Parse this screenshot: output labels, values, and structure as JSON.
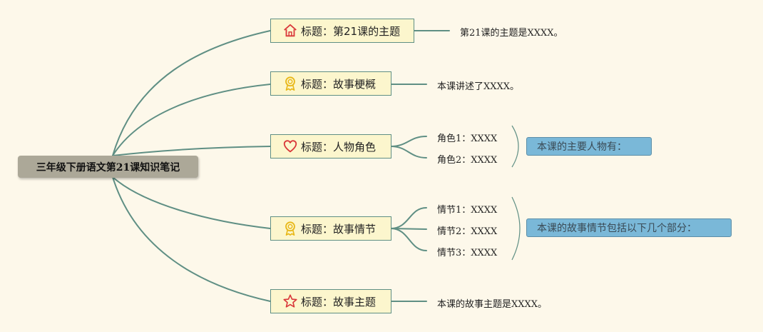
{
  "root": {
    "label": "三年级下册语文第21课知识笔记"
  },
  "topics": [
    {
      "label": "标题：第21课的主题",
      "icon": "home-icon",
      "notes": [
        "第21课的主题是XXXX。"
      ]
    },
    {
      "label": "标题：故事梗概",
      "icon": "award-icon",
      "notes": [
        "本课讲述了XXXX。"
      ]
    },
    {
      "label": "标题：人物角色",
      "icon": "heart-icon",
      "notes": [
        "角色1：XXXX",
        "角色2：XXXX"
      ],
      "summary": "本课的主要人物有："
    },
    {
      "label": "标题：故事情节",
      "icon": "award-icon",
      "notes": [
        "情节1：XXXX",
        "情节2：XXXX",
        "情节3：XXXX"
      ],
      "summary": "本课的故事情节包括以下几个部分："
    },
    {
      "label": "标题：故事主题",
      "icon": "star-icon",
      "notes": [
        "本课的故事主题是XXXX。"
      ]
    }
  ],
  "colors": {
    "background": "#fdf8ea",
    "line": "#5f8f84",
    "topic_fill": "#fcf6cd",
    "root_fill": "#aca898",
    "summary_fill": "#7ab8d8",
    "icon_red": "#d9383a",
    "icon_gold": "#e8b818"
  }
}
